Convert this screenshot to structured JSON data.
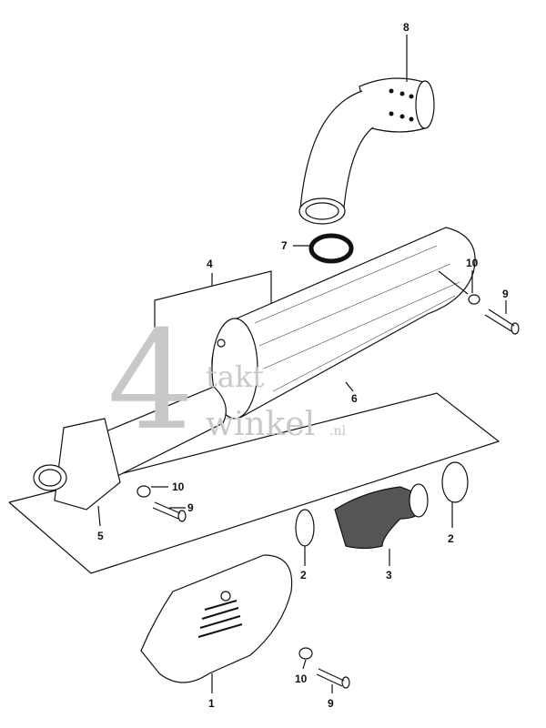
{
  "watermark": {
    "big": "4",
    "line1": "takt",
    "line2": "winkel",
    "suffix": ".nl"
  },
  "labels": [
    {
      "id": "8",
      "text": "8"
    },
    {
      "id": "7",
      "text": "7"
    },
    {
      "id": "4",
      "text": "4"
    },
    {
      "id": "10a",
      "text": "10"
    },
    {
      "id": "9a",
      "text": "9"
    },
    {
      "id": "6",
      "text": "6"
    },
    {
      "id": "10b",
      "text": "10"
    },
    {
      "id": "9b",
      "text": "9"
    },
    {
      "id": "5",
      "text": "5"
    },
    {
      "id": "2a",
      "text": "2"
    },
    {
      "id": "3",
      "text": "3"
    },
    {
      "id": "2b",
      "text": "2"
    },
    {
      "id": "1",
      "text": "1"
    },
    {
      "id": "10c",
      "text": "10"
    },
    {
      "id": "9c",
      "text": "9"
    }
  ]
}
